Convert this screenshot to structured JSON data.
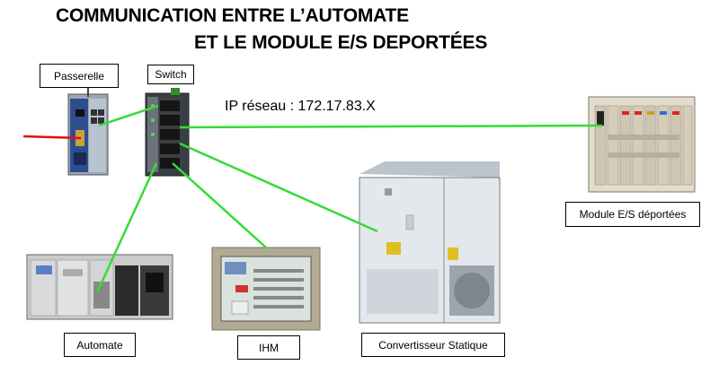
{
  "title": {
    "line1": "COMMUNICATION ENTRE L’AUTOMATE",
    "line2": "ET LE MODULE E/S DEPORTÉES"
  },
  "network": {
    "ip_label": "IP réseau : 172.17.83.X",
    "link_color": "#33dd33",
    "external_link_color": "#dd1111"
  },
  "devices": {
    "passerelle": "Passerelle",
    "switch": "Switch",
    "module": "Module E/S déportées",
    "automate": "Automate",
    "ihm": "IHM",
    "convertisseur": "Convertisseur Statique"
  }
}
